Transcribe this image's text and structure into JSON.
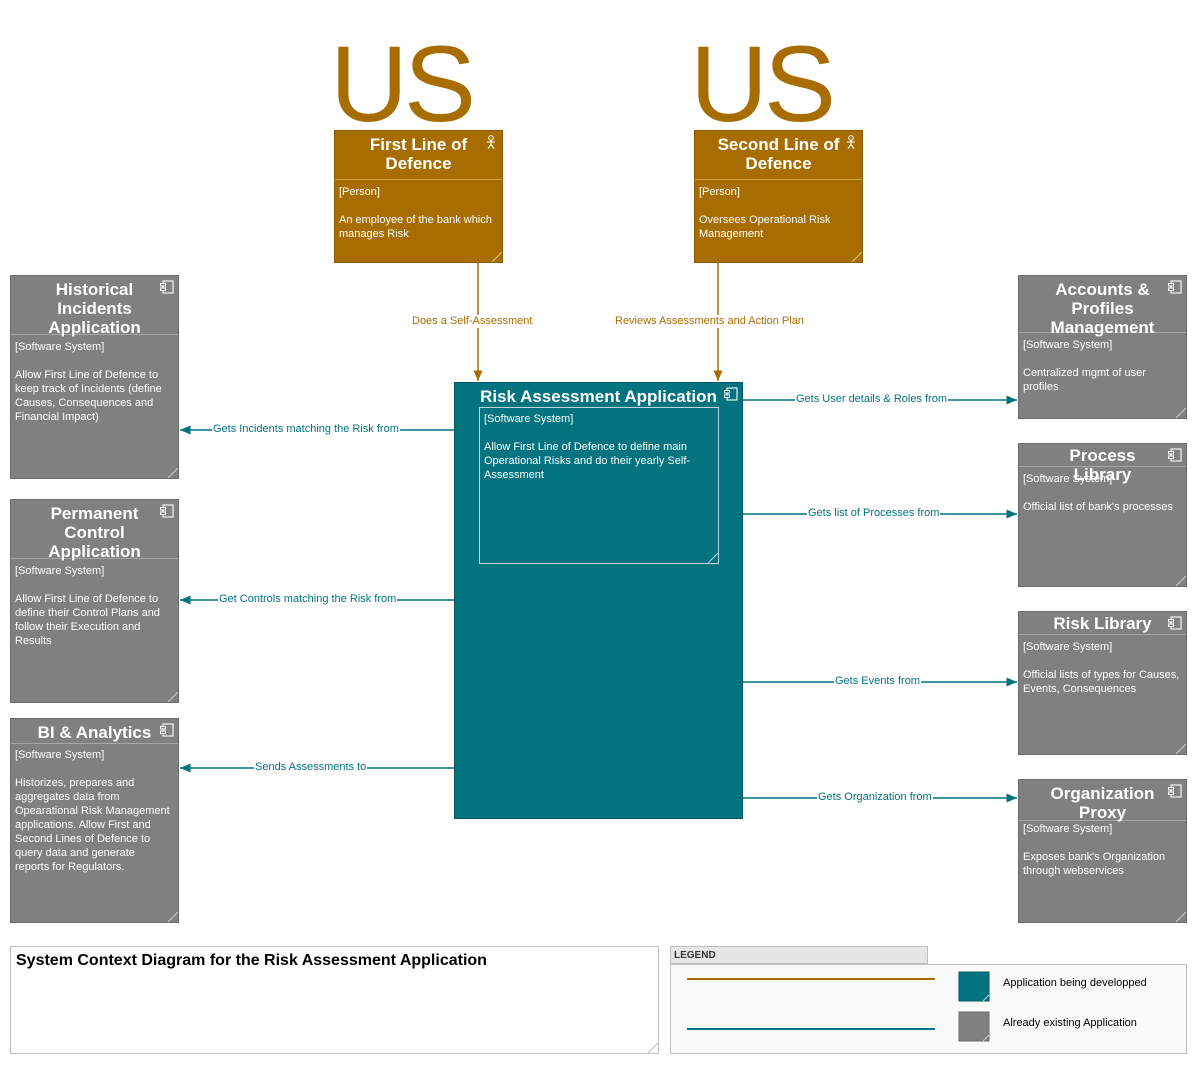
{
  "diagram_title": "System Context Diagram for the Risk Assessment Application",
  "colors": {
    "person": "#a86d00",
    "main": "#02737f",
    "existing": "#808080"
  },
  "persons": [
    {
      "id": "first",
      "logo": "US",
      "name": "First Line of Defence",
      "type": "[Person]",
      "description": "An employee of the bank which manages Risk"
    },
    {
      "id": "second",
      "logo": "US",
      "name": "Second Line of Defence",
      "type": "[Person]",
      "description": "Oversees Operational Risk Management"
    }
  ],
  "main_system": {
    "name": "Risk Assessment Application",
    "type": "[Software System]",
    "description": "Allow First Line of Defence to define main Operational Risks and do their yearly Self-Assessment"
  },
  "systems": [
    {
      "id": "historical",
      "name": "Historical Incidents Application",
      "type": "[Software System]",
      "description": "Allow First Line of Defence to keep track of Incidents (define Causes, Consequences and Financial Impact)"
    },
    {
      "id": "permanent",
      "name": "Permanent Control Application",
      "type": "[Software System]",
      "description": "Allow First Line of Defence to define their Control Plans and follow their Execution and Results"
    },
    {
      "id": "bi",
      "name": "BI & Analytics",
      "type": "[Software System]",
      "description": "Historizes, prepares and aggregates data from Opearational Risk Management applications. Allow First and Second Lines of Defence to query data and generate reports for Regulators."
    },
    {
      "id": "accounts",
      "name": "Accounts & Profiles Management",
      "type": "[Software System]",
      "description": "Centralized mgmt of user profiles"
    },
    {
      "id": "process",
      "name": "Process Library",
      "type": "[Software System]",
      "description": "Official list of bank's processes"
    },
    {
      "id": "risk",
      "name": "Risk Library",
      "type": "[Software System]",
      "description": "Official lists of types for Causes, Events, Consequences"
    },
    {
      "id": "org",
      "name": "Organization Proxy",
      "type": "[Software System]",
      "description": "Exposes bank's Organization through webservices"
    }
  ],
  "relations": {
    "self_assessment": "Does a Self-Assessment",
    "reviews": "Reviews Assessments and Action Plan",
    "incidents": "Gets Incidents matching the Risk from",
    "controls": "Get Controls matching the Risk from",
    "sends": "Sends Assessments to",
    "user_details": "Gets User details & Roles from",
    "processes": "Gets list of Processes from",
    "events": "Gets Events from",
    "organization": "Gets Organization from"
  },
  "legend": {
    "title": "LEGEND",
    "being_developed": "Application being developped",
    "existing": "Already existing Application"
  }
}
